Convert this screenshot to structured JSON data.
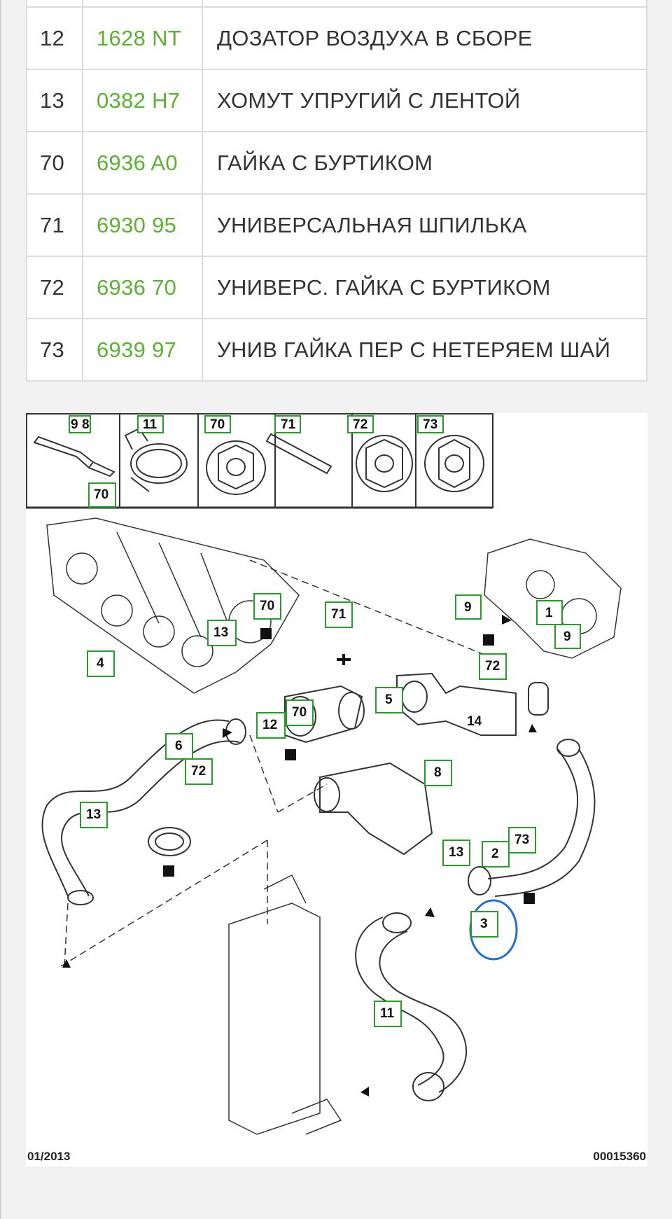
{
  "parts_table": {
    "rows": [
      {
        "num": "12",
        "ref": "1628 NT",
        "name": "ДОЗАТОР ВОЗДУХА В СБОРЕ"
      },
      {
        "num": "13",
        "ref": "0382 H7",
        "name": "ХОМУТ УПРУГИЙ С ЛЕНТОЙ"
      },
      {
        "num": "70",
        "ref": "6936 A0",
        "name": "ГАЙКА С БУРТИКОМ"
      },
      {
        "num": "71",
        "ref": "6930 95",
        "name": "УНИВЕРСАЛЬНАЯ ШПИЛЬКА"
      },
      {
        "num": "72",
        "ref": "6936 70",
        "name": "УНИВЕРС. ГАЙКА С БУРТИКОМ"
      },
      {
        "num": "73",
        "ref": "6939 97",
        "name": "УНИВ ГАЙКА ПЕР С НЕТЕРЯЕМ ШАЙ"
      }
    ]
  },
  "diagram": {
    "legend_callouts": [
      "8",
      "9",
      "11",
      "70",
      "71",
      "72",
      "73",
      "70"
    ],
    "callouts": [
      "71",
      "70",
      "9",
      "1",
      "9",
      "13",
      "4",
      "72",
      "5",
      "12",
      "70",
      "14",
      "6",
      "72",
      "8",
      "13",
      "73",
      "13",
      "2",
      "3",
      "11"
    ],
    "date": "01/2013",
    "code": "00015360",
    "highlight_color": "#1e6fd0",
    "callout_color": "#2a9a2a"
  }
}
